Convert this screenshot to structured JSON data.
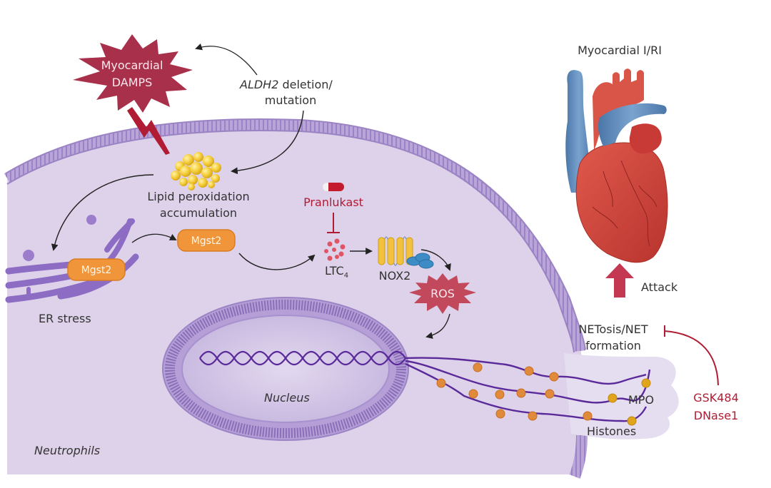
{
  "title": "ALDH2 deficiency drives neutrophil NETosis in myocardial I/RI",
  "colors": {
    "cytoplasm": "#ddd2ea",
    "membrane": "#a38bc8",
    "membrane_dark": "#8a6fb8",
    "nucleus_fill": "#cdbfe2",
    "dna": "#5b2a9a",
    "histone": "#e08a3c",
    "mpo": "#e0a51c",
    "damps": "#a8304a",
    "inhibitor": "#b01c33",
    "mgst2": "#f0953a",
    "lipid": "#f5cd3a",
    "nox2": "#f2c23c",
    "nox2_subunit": "#3e8cc6",
    "ros": "#c2485c",
    "heart_red": "#d2483e",
    "heart_blue": "#5a86b6",
    "attack_arrow": "#c43852",
    "text": "#333333"
  },
  "labels": {
    "damps_line1": "Myocardial",
    "damps_line2": "DAMPS",
    "aldh2_gene": "ALDH2",
    "aldh2_rest": " deletion/",
    "aldh2_line2": "mutation",
    "lipid_line1": "Lipid peroxidation",
    "lipid_line2": "accumulation",
    "mgst2_er": "Mgst2",
    "mgst2_free": "Mgst2",
    "er_stress": "ER stress",
    "pranlukast": "Pranlukast",
    "ltc": "LTC",
    "ltc_sub": "4",
    "nox2": "NOX2",
    "ros": "ROS",
    "nucleus": "Nucleus",
    "neutrophils": "Neutrophils",
    "myocardial_iri": "Myocardial I/RI",
    "attack": "Attack",
    "netosis_line1": "NETosis/NET",
    "netosis_line2": "formation",
    "mpo": "MPO",
    "histones": "Histones",
    "gsk484": "GSK484",
    "dnase1": "DNase1"
  },
  "icons": {
    "damps": "starburst-icon",
    "lipid": "lipid-droplets-icon",
    "pill": "capsule-icon",
    "heart": "heart-organ-icon",
    "attack": "up-arrow-icon",
    "inhibit": "t-bar-inhibit-icon"
  }
}
